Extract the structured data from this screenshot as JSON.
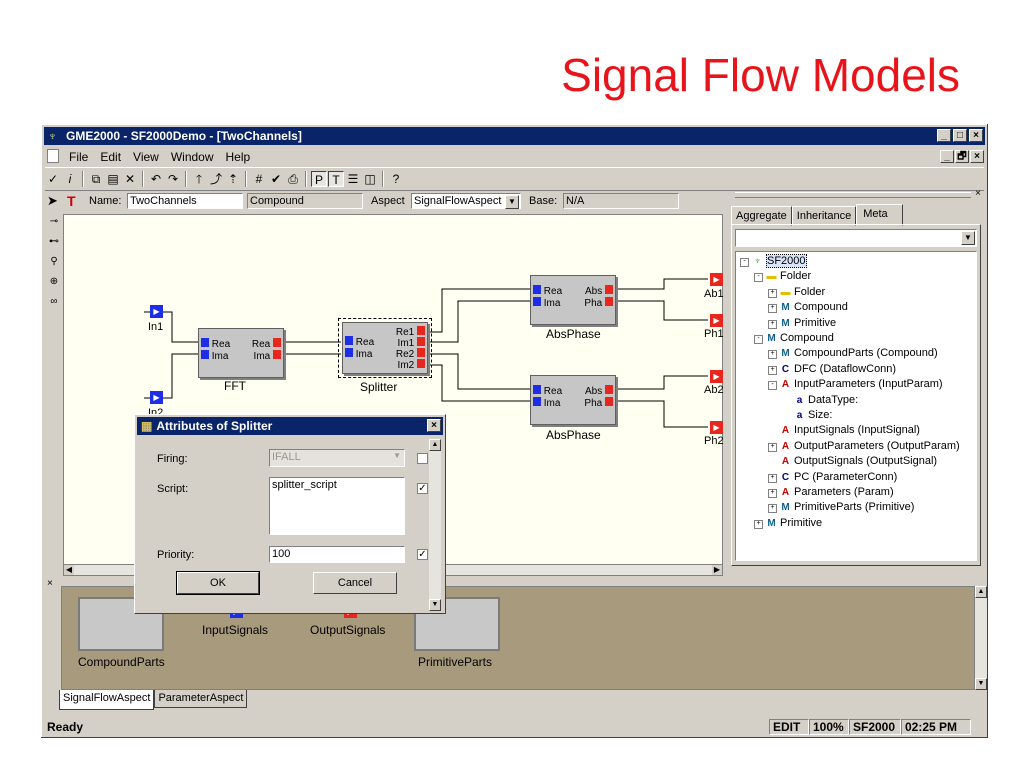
{
  "slide_title": "Signal Flow Models",
  "window": {
    "title": "GME2000 - SF2000Demo - [TwoChannels]",
    "buttons": [
      "_",
      "□",
      "×"
    ],
    "child_buttons": [
      "_",
      "🗗",
      "×"
    ]
  },
  "menu": [
    "File",
    "Edit",
    "View",
    "Window",
    "Help"
  ],
  "namebar": {
    "name_label": "Name:",
    "name_value": "TwoChannels",
    "kind_value": "Compound",
    "aspect_label": "Aspect",
    "aspect_value": "SignalFlowAspect",
    "base_label": "Base:",
    "base_value": "N/A"
  },
  "diagram": {
    "ports": {
      "in1": "In1",
      "in2": "In2",
      "ab1": "Ab1",
      "ph1": "Ph1",
      "ab2": "Ab2",
      "ph2": "Ph2"
    },
    "fft": {
      "label": "FFT",
      "in": [
        "Rea",
        "Ima"
      ],
      "out": [
        "Rea",
        "Ima"
      ]
    },
    "splitter": {
      "label": "Splitter",
      "in": [
        "Rea",
        "Ima"
      ],
      "out": [
        "Re1",
        "Im1",
        "Re2",
        "Im2"
      ]
    },
    "absphase1": {
      "label": "AbsPhase",
      "in": [
        "Rea",
        "Ima"
      ],
      "out": [
        "Abs",
        "Pha"
      ]
    },
    "absphase2": {
      "label": "AbsPhase",
      "in": [
        "Rea",
        "Ima"
      ],
      "out": [
        "Abs",
        "Pha"
      ]
    }
  },
  "browser": {
    "tabs": [
      "Aggregate",
      "Inheritance",
      "Meta"
    ],
    "tree": [
      {
        "text": "SF2000",
        "icon": "root",
        "depth": 0,
        "exp": "-"
      },
      {
        "text": "Folder",
        "icon": "F",
        "depth": 1,
        "exp": "-"
      },
      {
        "text": "Folder",
        "icon": "F",
        "depth": 2,
        "exp": "+"
      },
      {
        "text": "Compound",
        "icon": "M",
        "depth": 2,
        "exp": "+"
      },
      {
        "text": "Primitive",
        "icon": "M",
        "depth": 2,
        "exp": "+"
      },
      {
        "text": "Compound",
        "icon": "M",
        "depth": 1,
        "exp": "-"
      },
      {
        "text": "CompoundParts (Compound)",
        "icon": "M",
        "depth": 2,
        "exp": "+"
      },
      {
        "text": "DFC (DataflowConn)",
        "icon": "C",
        "depth": 2,
        "exp": "+"
      },
      {
        "text": "InputParameters (InputParam)",
        "icon": "A",
        "depth": 2,
        "exp": "-"
      },
      {
        "text": "DataType:",
        "icon": "a",
        "depth": 3,
        "exp": ""
      },
      {
        "text": "Size:",
        "icon": "a",
        "depth": 3,
        "exp": ""
      },
      {
        "text": "InputSignals (InputSignal)",
        "icon": "A",
        "depth": 2,
        "exp": ""
      },
      {
        "text": "OutputParameters (OutputParam)",
        "icon": "A",
        "depth": 2,
        "exp": "+"
      },
      {
        "text": "OutputSignals (OutputSignal)",
        "icon": "A",
        "depth": 2,
        "exp": ""
      },
      {
        "text": "PC (ParameterConn)",
        "icon": "C",
        "depth": 2,
        "exp": "+"
      },
      {
        "text": "Parameters (Param)",
        "icon": "A",
        "depth": 2,
        "exp": "+"
      },
      {
        "text": "PrimitiveParts (Primitive)",
        "icon": "M",
        "depth": 2,
        "exp": "+"
      },
      {
        "text": "Primitive",
        "icon": "M",
        "depth": 1,
        "exp": "+"
      }
    ]
  },
  "parts": {
    "compound": "CompoundParts",
    "input": "InputSignals",
    "output": "OutputSignals",
    "primitive": "PrimitiveParts"
  },
  "aspect_tabs": [
    "SignalFlowAspect",
    "ParameterAspect"
  ],
  "status": {
    "text": "Ready",
    "mode": "EDIT",
    "zoom": "100%",
    "paradigm": "SF2000",
    "time": "02:25  PM"
  },
  "dialog": {
    "title": "Attributes of Splitter",
    "firing_label": "Firing:",
    "firing_value": "IFALL",
    "script_label": "Script:",
    "script_value": "splitter_script",
    "priority_label": "Priority:",
    "priority_value": "100",
    "ok": "OK",
    "cancel": "Cancel"
  },
  "colors": {
    "title_red": "#e8141b",
    "titlebar": "#0a246a",
    "port_in": "#1e2ee6",
    "port_out": "#e8261e",
    "parts_bg": "#a89a7d"
  }
}
